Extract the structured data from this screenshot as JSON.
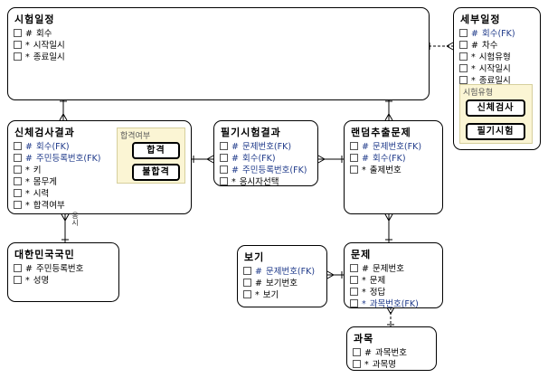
{
  "entities": {
    "exam_schedule": {
      "title": "시험일정",
      "attrs": [
        {
          "mark": "#",
          "text": "회수",
          "fk": false
        },
        {
          "mark": "*",
          "text": "시작일시",
          "fk": false
        },
        {
          "mark": "*",
          "text": "종료일시",
          "fk": false
        }
      ]
    },
    "detail_schedule": {
      "title": "세부일정",
      "attrs": [
        {
          "mark": "#",
          "text": "회수(FK)",
          "fk": true
        },
        {
          "mark": "#",
          "text": "차수",
          "fk": false
        },
        {
          "mark": "*",
          "text": "시험유형",
          "fk": false
        },
        {
          "mark": "*",
          "text": "시작일시",
          "fk": false
        },
        {
          "mark": "*",
          "text": "종료일시",
          "fk": false
        }
      ]
    },
    "physical_result": {
      "title": "신체검사결과",
      "attrs": [
        {
          "mark": "#",
          "text": "회수(FK)",
          "fk": true
        },
        {
          "mark": "#",
          "text": "주민등록번호(FK)",
          "fk": true
        },
        {
          "mark": "*",
          "text": "키",
          "fk": false
        },
        {
          "mark": "*",
          "text": "몸무게",
          "fk": false
        },
        {
          "mark": "*",
          "text": "시력",
          "fk": false
        },
        {
          "mark": "*",
          "text": "합격여부",
          "fk": false
        }
      ]
    },
    "written_result": {
      "title": "필기시험결과",
      "attrs": [
        {
          "mark": "#",
          "text": "문제번호(FK)",
          "fk": true
        },
        {
          "mark": "#",
          "text": "회수(FK)",
          "fk": true
        },
        {
          "mark": "#",
          "text": "주민등록번호(FK)",
          "fk": true
        },
        {
          "mark": "*",
          "text": "응시자선택",
          "fk": false
        }
      ]
    },
    "random_question": {
      "title": "랜덤추출문제",
      "attrs": [
        {
          "mark": "#",
          "text": "문제번호(FK)",
          "fk": true
        },
        {
          "mark": "#",
          "text": "회수(FK)",
          "fk": true
        },
        {
          "mark": "*",
          "text": "출제번호",
          "fk": false
        }
      ]
    },
    "citizen": {
      "title": "대한민국국민",
      "attrs": [
        {
          "mark": "#",
          "text": "주민등록번호",
          "fk": false
        },
        {
          "mark": "*",
          "text": "성명",
          "fk": false
        }
      ]
    },
    "choice": {
      "title": "보기",
      "attrs": [
        {
          "mark": "#",
          "text": "문제번호(FK)",
          "fk": true
        },
        {
          "mark": "#",
          "text": "보기번호",
          "fk": false
        },
        {
          "mark": "*",
          "text": "보기",
          "fk": false
        }
      ]
    },
    "question": {
      "title": "문제",
      "attrs": [
        {
          "mark": "#",
          "text": "문제번호",
          "fk": false
        },
        {
          "mark": "*",
          "text": "문제",
          "fk": false
        },
        {
          "mark": "*",
          "text": "정답",
          "fk": false
        },
        {
          "mark": "*",
          "text": "과목번호(FK)",
          "fk": true
        }
      ]
    },
    "subject": {
      "title": "과목",
      "attrs": [
        {
          "mark": "#",
          "text": "과목번호",
          "fk": false
        },
        {
          "mark": "*",
          "text": "과목명",
          "fk": false
        }
      ]
    }
  },
  "subtypes": {
    "pass_status": {
      "title": "합격여부",
      "items": [
        "합격",
        "불합격"
      ]
    },
    "exam_type": {
      "title": "시험유형",
      "items": [
        "신체검사",
        "필기시험"
      ]
    }
  },
  "relationship_label": "응시"
}
